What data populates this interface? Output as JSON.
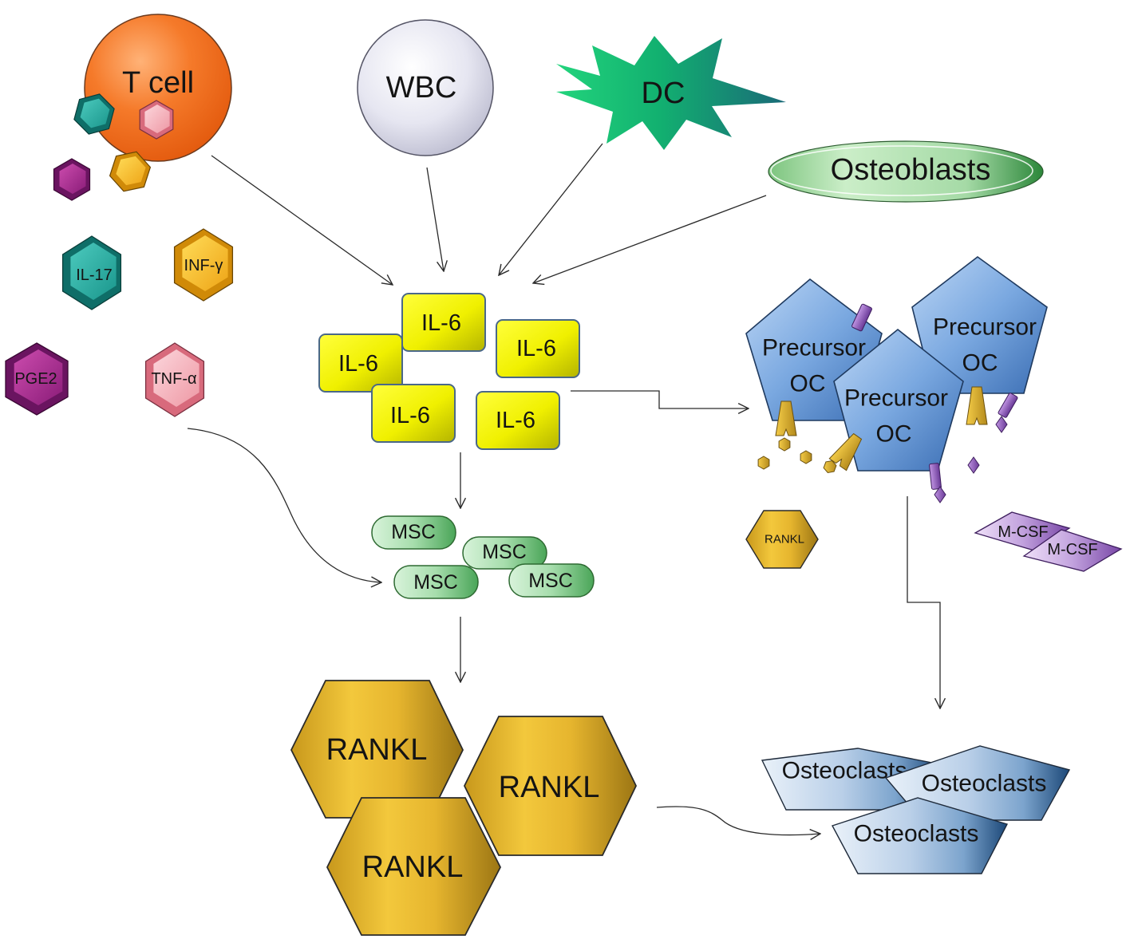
{
  "cells": {
    "t_cell": "T cell",
    "wbc": "WBC",
    "dc": "DC",
    "osteoblasts": "Osteoblasts"
  },
  "cytokines": {
    "il17": "IL-17",
    "inf_gamma": "INF-γ",
    "pge2": "PGE2",
    "tnf_alpha": "TNF-α"
  },
  "il6": [
    "IL-6",
    "IL-6",
    "IL-6",
    "IL-6",
    "IL-6"
  ],
  "msc": [
    "MSC",
    "MSC",
    "MSC",
    "MSC"
  ],
  "rankl_large": [
    "RANKL",
    "RANKL",
    "RANKL"
  ],
  "rankl_small": "RANKL",
  "precursor_oc": [
    {
      "line1": "Precursor",
      "line2": "OC"
    },
    {
      "line1": "Precursor",
      "line2": "OC"
    },
    {
      "line1": "Precursor",
      "line2": "OC"
    }
  ],
  "mcsf": [
    "M-CSF",
    "M-CSF"
  ],
  "osteoclasts": [
    "Osteoclasts",
    "Osteoclasts",
    "Osteoclasts"
  ]
}
